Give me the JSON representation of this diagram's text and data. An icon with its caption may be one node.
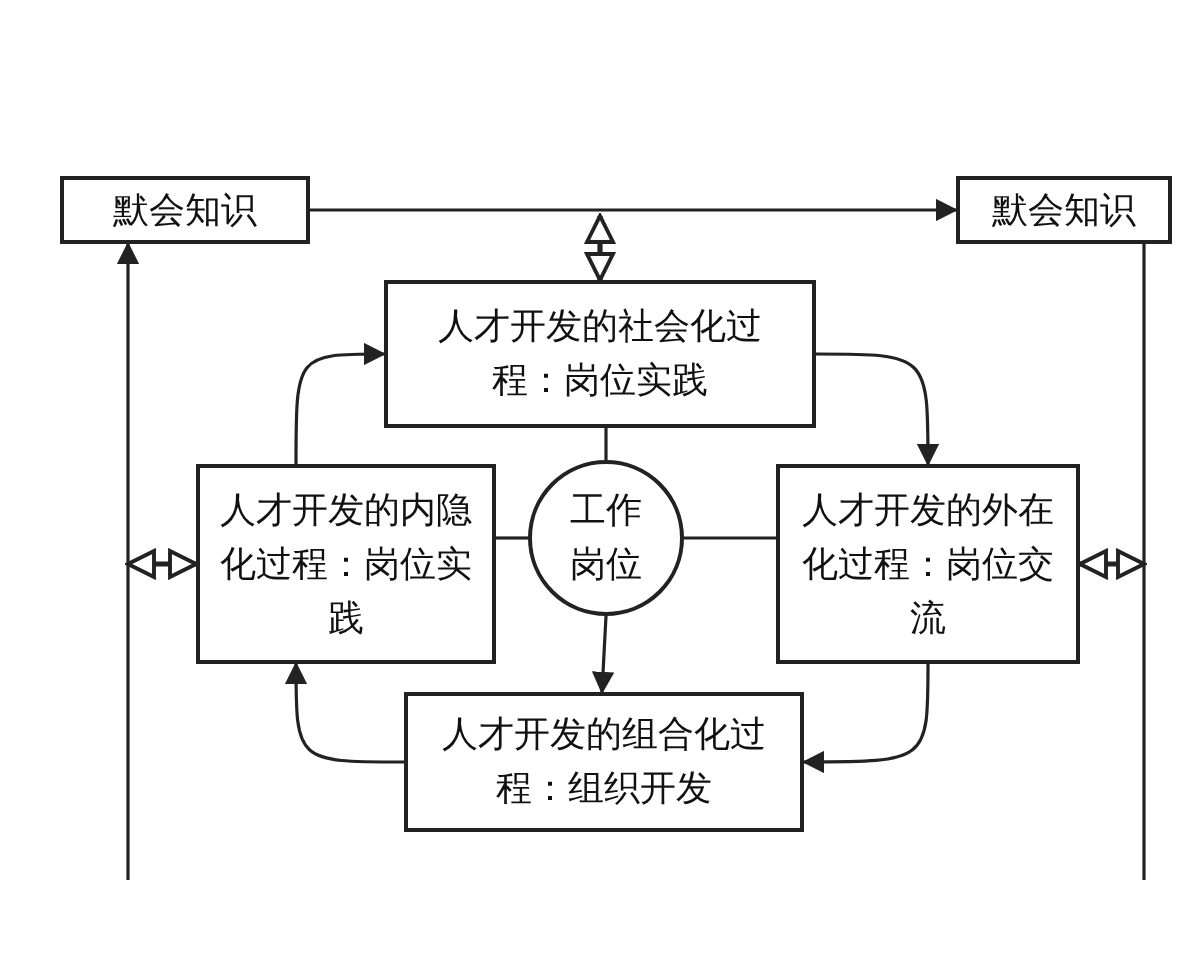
{
  "diagram": {
    "nodes": [
      {
        "text": [
          "默会知识"
        ]
      },
      {
        "text": [
          "默会知识"
        ]
      },
      {
        "text": [
          "人才开发的社会化过程：岗位实践"
        ]
      },
      {
        "text": [
          "人才开发的内隐化过程：岗位实践"
        ]
      },
      {
        "text": [
          "工作岗位"
        ]
      },
      {
        "text": [
          "人才开发的外在化过程：岗位交流"
        ]
      },
      {
        "text": [
          "人才开发的组合化过程：组织开发"
        ]
      }
    ],
    "edges": [
      {
        "from": 0,
        "to": 1,
        "arrow": "to"
      },
      {
        "from": null,
        "to": 2,
        "arrow": "both"
      },
      {
        "from": null,
        "to": 3,
        "arrow": "both"
      },
      {
        "from": null,
        "to": 5,
        "arrow": "both"
      },
      {
        "from": null,
        "to": 0,
        "arrow": "to"
      },
      {
        "from": 1,
        "to": null,
        "arrow": "none"
      },
      {
        "from": 3,
        "to": 2,
        "arrow": "to"
      },
      {
        "from": 2,
        "to": 5,
        "arrow": "to"
      },
      {
        "from": 5,
        "to": 6,
        "arrow": "to"
      },
      {
        "from": 6,
        "to": 3,
        "arrow": "to"
      },
      {
        "from": 4,
        "to": 2,
        "arrow": "none"
      },
      {
        "from": 4,
        "to": 3,
        "arrow": "none"
      },
      {
        "from": 4,
        "to": 5,
        "arrow": "none"
      },
      {
        "from": 4,
        "to": 6,
        "arrow": "to"
      }
    ]
  }
}
